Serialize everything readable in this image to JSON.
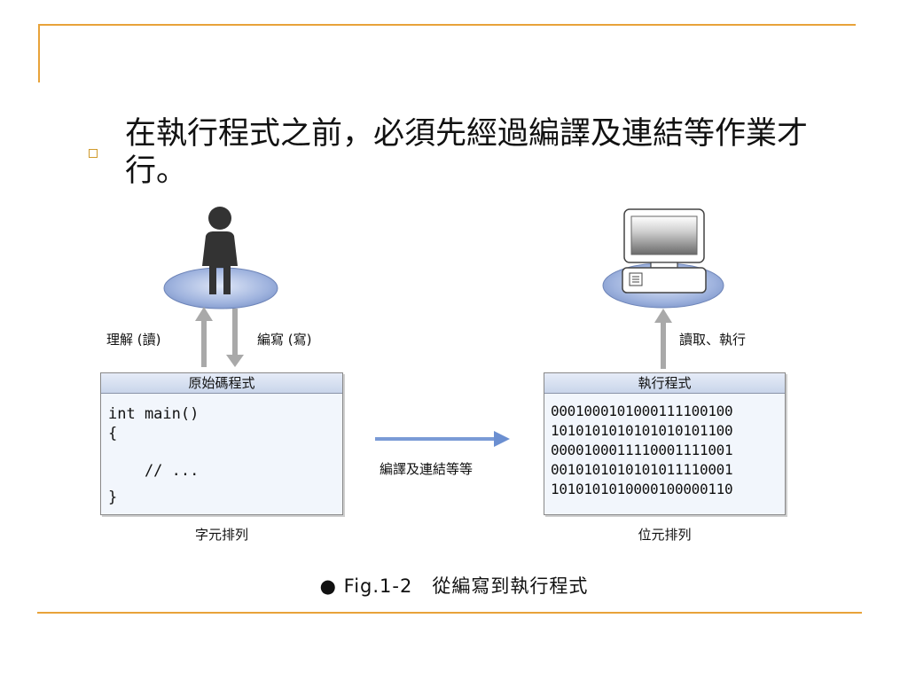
{
  "slide": {
    "bullet_text": "在執行程式之前，必須先經過編譯及連結等作業才行。"
  },
  "diagram": {
    "left_arrow_up_label": "理解 (讀)",
    "left_arrow_down_label": "編寫 (寫)",
    "right_arrow_up_label": "讀取、執行",
    "source_box": {
      "title": "原始碼程式",
      "code_lines": [
        "int main()",
        "{",
        "    // ...",
        "}"
      ],
      "footer": "字元排列"
    },
    "binary_box": {
      "title": "執行程式",
      "lines": [
        "0001000101000111100100",
        "1010101010101010101100",
        "0000100011110001111001",
        "0010101010101011110001",
        "1010101010000100000110"
      ],
      "footer": "位元排列"
    },
    "middle_arrow_label": "編譯及連結等等",
    "caption": "● Fig.1-2　從編寫到執行程式"
  },
  "colors": {
    "accent_rule": "#e8a33a",
    "disc": "#8ea6d8",
    "arrow_gray": "#a9a9a9",
    "arrow_blue": "#6b8fd1"
  }
}
